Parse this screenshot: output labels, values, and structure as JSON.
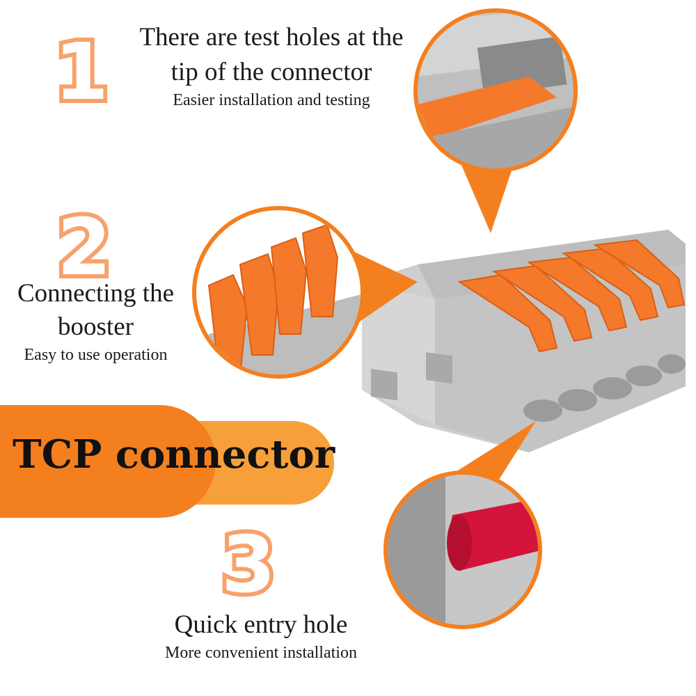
{
  "steps": [
    {
      "number": "1",
      "title_line1": "There are test holes at the",
      "title_line2": "tip of the connector",
      "subtitle": "Easier installation and testing"
    },
    {
      "number": "2",
      "title_line1": "Connecting the",
      "title_line2": "booster",
      "subtitle": "Easy to use operation"
    },
    {
      "number": "3",
      "title_line1": "Quick entry hole",
      "subtitle": "More convenient installation"
    }
  ],
  "banner": {
    "label": "TCP connector"
  },
  "colors": {
    "accent_orange": "#f47f1f",
    "light_orange": "#f7a03a",
    "number_outline": "#f7a26a",
    "connector_gray": "#c9c9c9",
    "lever_orange": "#f5792a"
  }
}
